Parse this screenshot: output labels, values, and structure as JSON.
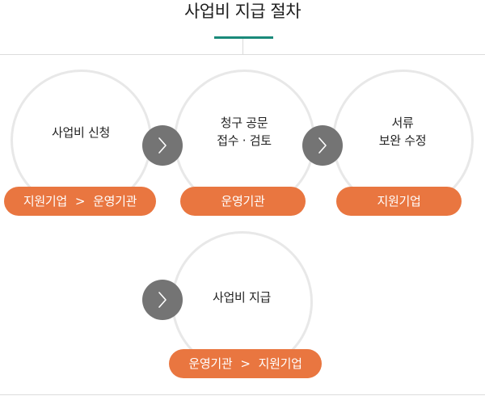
{
  "title": "사업비 지급 절차",
  "steps": [
    {
      "lines": [
        "사업비 신청"
      ],
      "badge": {
        "from": "지원기업",
        "separator": ">",
        "to": "운영기관"
      }
    },
    {
      "lines": [
        "청구 공문",
        "접수 · 검토"
      ],
      "badge": {
        "text": "운영기관"
      }
    },
    {
      "lines": [
        "서류",
        "보완 수정"
      ],
      "badge": {
        "text": "지원기업"
      }
    },
    {
      "lines": [
        "사업비 지급"
      ],
      "badge": {
        "from": "운영기관",
        "separator": ">",
        "to": "지원기업"
      }
    }
  ],
  "arrow_icon": "chevron-right-icon",
  "colors": {
    "accent": "#1a8a7a",
    "badge": "#e97640",
    "arrow": "#747474",
    "circle_border": "#e8e8e8"
  }
}
